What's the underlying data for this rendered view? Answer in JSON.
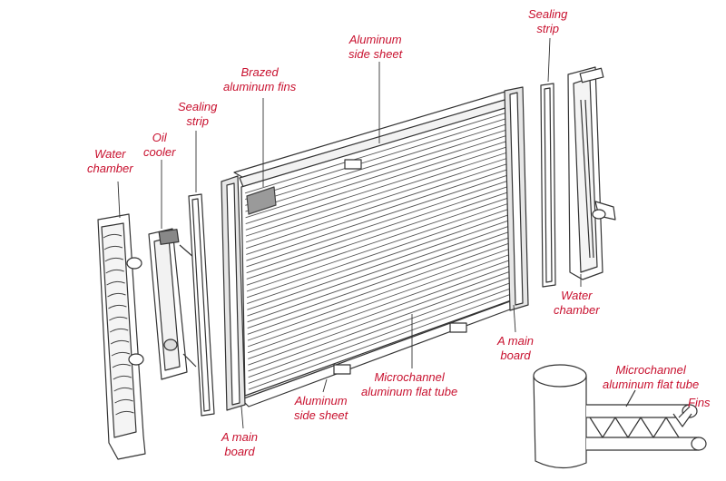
{
  "colors": {
    "label": "#c8102e",
    "line": "#333333",
    "fill": "#ffffff",
    "shade": "#d9d9d9"
  },
  "labels": {
    "water_chamber_left": [
      "Water",
      "chamber"
    ],
    "oil_cooler": [
      "Oil",
      "cooler"
    ],
    "sealing_strip_left": [
      "Sealing",
      "strip"
    ],
    "brazed_fins": [
      "Brazed",
      "aluminum fins"
    ],
    "side_sheet_top": [
      "Aluminum",
      "side sheet"
    ],
    "sealing_strip_right": [
      "Sealing",
      "strip"
    ],
    "water_chamber_right": [
      "Water",
      "chamber"
    ],
    "main_board_right": [
      "A main",
      "board"
    ],
    "microchannel_tube": [
      "Microchannel",
      "aluminum flat tube"
    ],
    "side_sheet_bottom": [
      "Aluminum",
      "side sheet"
    ],
    "main_board_left": [
      "A main",
      "board"
    ],
    "inset_tube": [
      "Microchannel",
      "aluminum flat tube"
    ],
    "inset_fins": [
      "Fins"
    ]
  }
}
